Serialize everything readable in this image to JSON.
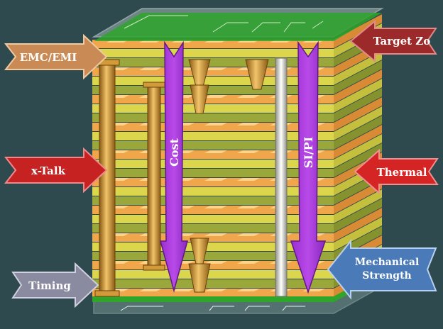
{
  "colors": {
    "background": "#2e4a4e",
    "copper": "#f0a64a",
    "dielectric": "#d8d44a",
    "pcb_green": "#2fa52a",
    "via_gold": "#c88a2a",
    "via_silver": "#d9d9cc",
    "cost_arrow": "#a63ad8",
    "emc": "#c98a55",
    "target_zo": "#9c2a2a",
    "xtalk": "#c72222",
    "thermal": "#d42424",
    "timing": "#8a8aa0",
    "mechanical": "#4a7ab8"
  },
  "labels": {
    "emc": "EMC/EMI",
    "target_zo": "Target Zo",
    "xtalk": "x-Talk",
    "thermal": "Thermal",
    "timing": "Timing",
    "mechanical_line1": "Mechanical",
    "mechanical_line2": "Strength",
    "cost": "Cost",
    "sipi": "SI/PI"
  }
}
